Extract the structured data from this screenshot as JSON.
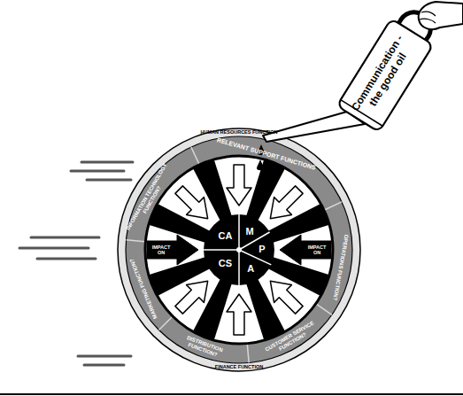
{
  "diagram": {
    "nodes": [
      {
        "text": [
          "CA"
        ]
      },
      {
        "text": [
          "M"
        ]
      },
      {
        "text": [
          "P"
        ]
      },
      {
        "text": [
          "CS"
        ]
      },
      {
        "text": [
          "A"
        ]
      },
      {
        "text": [
          "INFORMATION TECHNOLOGY FUNCTION?"
        ]
      },
      {
        "text": [
          "MARKETING FUNCTION?"
        ]
      },
      {
        "text": [
          "DISTRIBUTION FUNCTION?"
        ]
      },
      {
        "text": [
          "CUSTOMER SERVICE FUNCTION?"
        ]
      },
      {
        "text": [
          "OPERATIONS FUNCTION?"
        ]
      },
      {
        "text": [
          "Communication - the good oil"
        ]
      }
    ],
    "labels": [
      "HUMAN RESOURCES FUNCTION",
      "RELEVANT SUPPORT FUNCTIONS",
      "IMPACT ON",
      "IMPACT ON",
      "FINANCE FUNCTION"
    ]
  }
}
